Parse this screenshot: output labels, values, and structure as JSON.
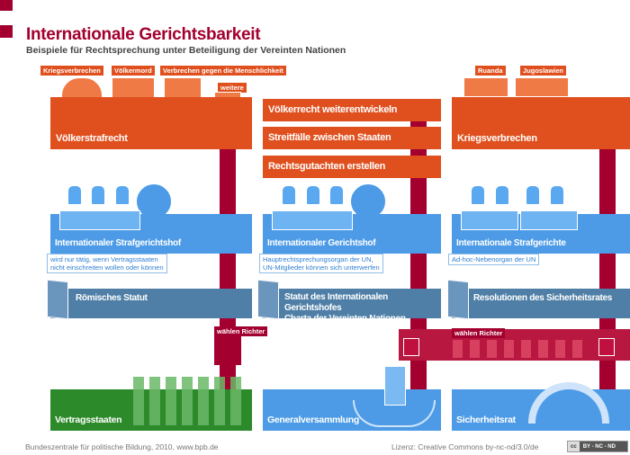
{
  "header": {
    "title": "Internationale Gerichtsbarkeit",
    "subtitle": "Beispiele für Rechtsprechung unter Beteiligung der Vereinten Nationen"
  },
  "col1": {
    "tags": [
      "Kriegsverbrechen",
      "Völkermord",
      "Verbrechen gegen die Menschlichkeit",
      "weitere"
    ],
    "law_area": "Völkerstrafrecht",
    "court": "Internationaler Strafgerichtshof",
    "court_note": [
      "wird nur tätig, wenn Vertragsstaaten",
      "nicht einschreiten wollen oder können"
    ],
    "statute": "Römisches Statut",
    "vote": "wählen Richter",
    "body": "Vertragsstaaten"
  },
  "col2": {
    "tasks": [
      "Völkerrecht weiterentwickeln",
      "Streitfälle zwischen Staaten",
      "Rechtsgutachten erstellen"
    ],
    "court": "Internationaler Gerichtshof",
    "court_note": [
      "Hauptrechtsprechungsorgan der UN,",
      "UN-Mitglieder können sich unterwerfen"
    ],
    "statute": [
      "Statut des Internationalen Gerichtshofes",
      "Charta der Vereinten Nationen"
    ],
    "body": "Generalversammlung"
  },
  "col3": {
    "tags": [
      "Ruanda",
      "Jugoslawien"
    ],
    "law_area": "Kriegsverbrechen",
    "court": "Internationale Strafgerichte",
    "court_note": "Ad-hoc-Nebenorgan der UN",
    "statute": "Resolutionen des Sicherheitsrates",
    "vote": "wählen Richter",
    "body": "Sicherheitsrat"
  },
  "footer": {
    "source": "Bundeszentrale für politische Bildung, 2010, www.bpb.de",
    "license": "Lizenz: Creative Commons by-nc-nd/3.0/de",
    "badge": "BY - NC - ND",
    "cc": "cc"
  },
  "colors": {
    "accent": "#a3002f",
    "orange": "#e0501e",
    "blue": "#4d9be6",
    "steel": "#4f7fa6",
    "green": "#2c8a2a"
  }
}
